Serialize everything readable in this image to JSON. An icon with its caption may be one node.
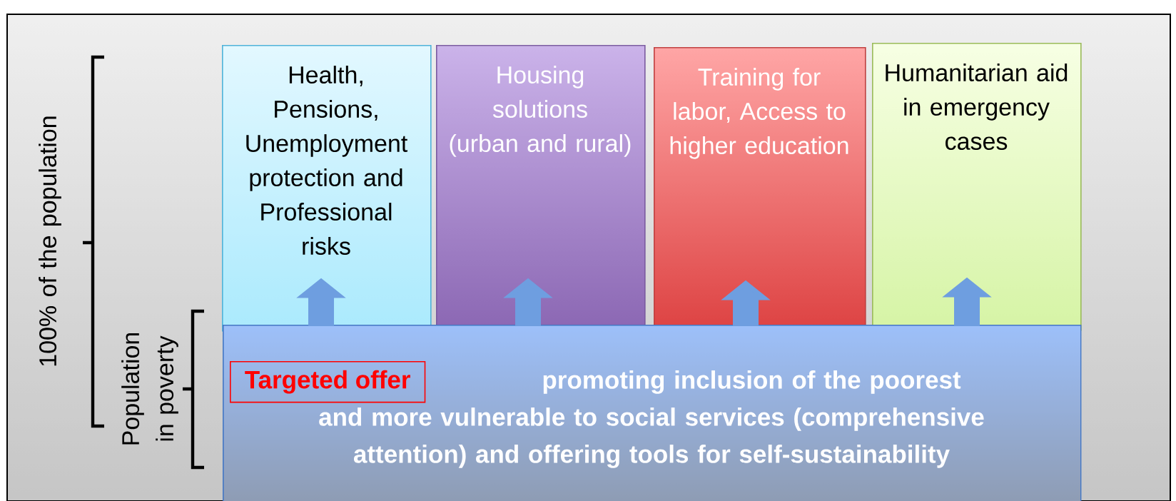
{
  "diagram": {
    "nodes": [
      {
        "text": [
          "Health, Pensions, Unemployment protection and Professional risks"
        ]
      },
      {
        "text": [
          "Housing solutions (urban and rural)"
        ]
      },
      {
        "text": [
          "Training for labor, Access to higher education"
        ]
      },
      {
        "text": [
          "Humanitarian aid in emergency cases"
        ]
      },
      {
        "text": [
          "promoting inclusion of the poorest and more vulnerable to social services (comprehensive attention) and offering tools for self-sustainability"
        ]
      },
      {
        "text": [
          "Targeted offer"
        ],
        "in": 4
      }
    ],
    "edges": [
      {
        "from": 4,
        "to": 0,
        "arrow": "to"
      },
      {
        "from": 4,
        "to": 1,
        "arrow": "to"
      },
      {
        "from": 4,
        "to": 2,
        "arrow": "to"
      },
      {
        "from": 4,
        "to": 3,
        "arrow": "to"
      }
    ],
    "labels": [
      "100% of the population",
      "Population in poverty"
    ]
  }
}
